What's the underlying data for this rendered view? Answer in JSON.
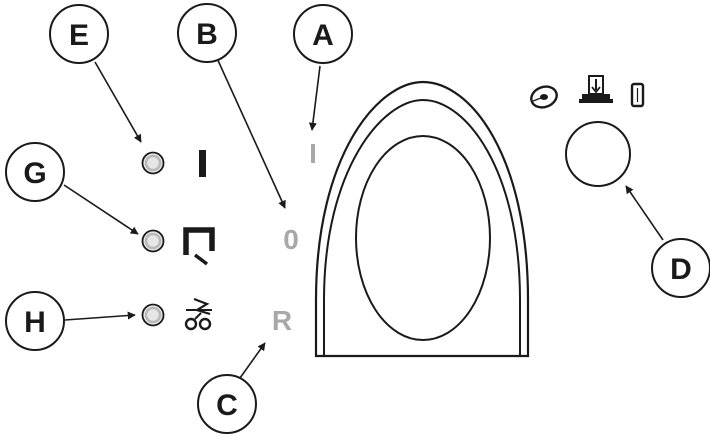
{
  "callouts": {
    "A": "A",
    "B": "B",
    "C": "C",
    "D": "D",
    "E": "E",
    "G": "G",
    "H": "H"
  },
  "panel_labels": {
    "on": "I",
    "off": "0",
    "reset": "R"
  },
  "colors": {
    "line": "#1a1a1a",
    "panel_label": "#a8a8a8",
    "led_fill": "#e6e6e6",
    "led_ring": "#b8b8b8"
  },
  "icons": {
    "indicator_e": "power-bar-icon",
    "indicator_g": "paper-tray-icon",
    "indicator_h": "paper-cut-icon",
    "media_icons": [
      "cd-disc-icon",
      "document-feed-icon",
      "card-slot-icon"
    ]
  }
}
